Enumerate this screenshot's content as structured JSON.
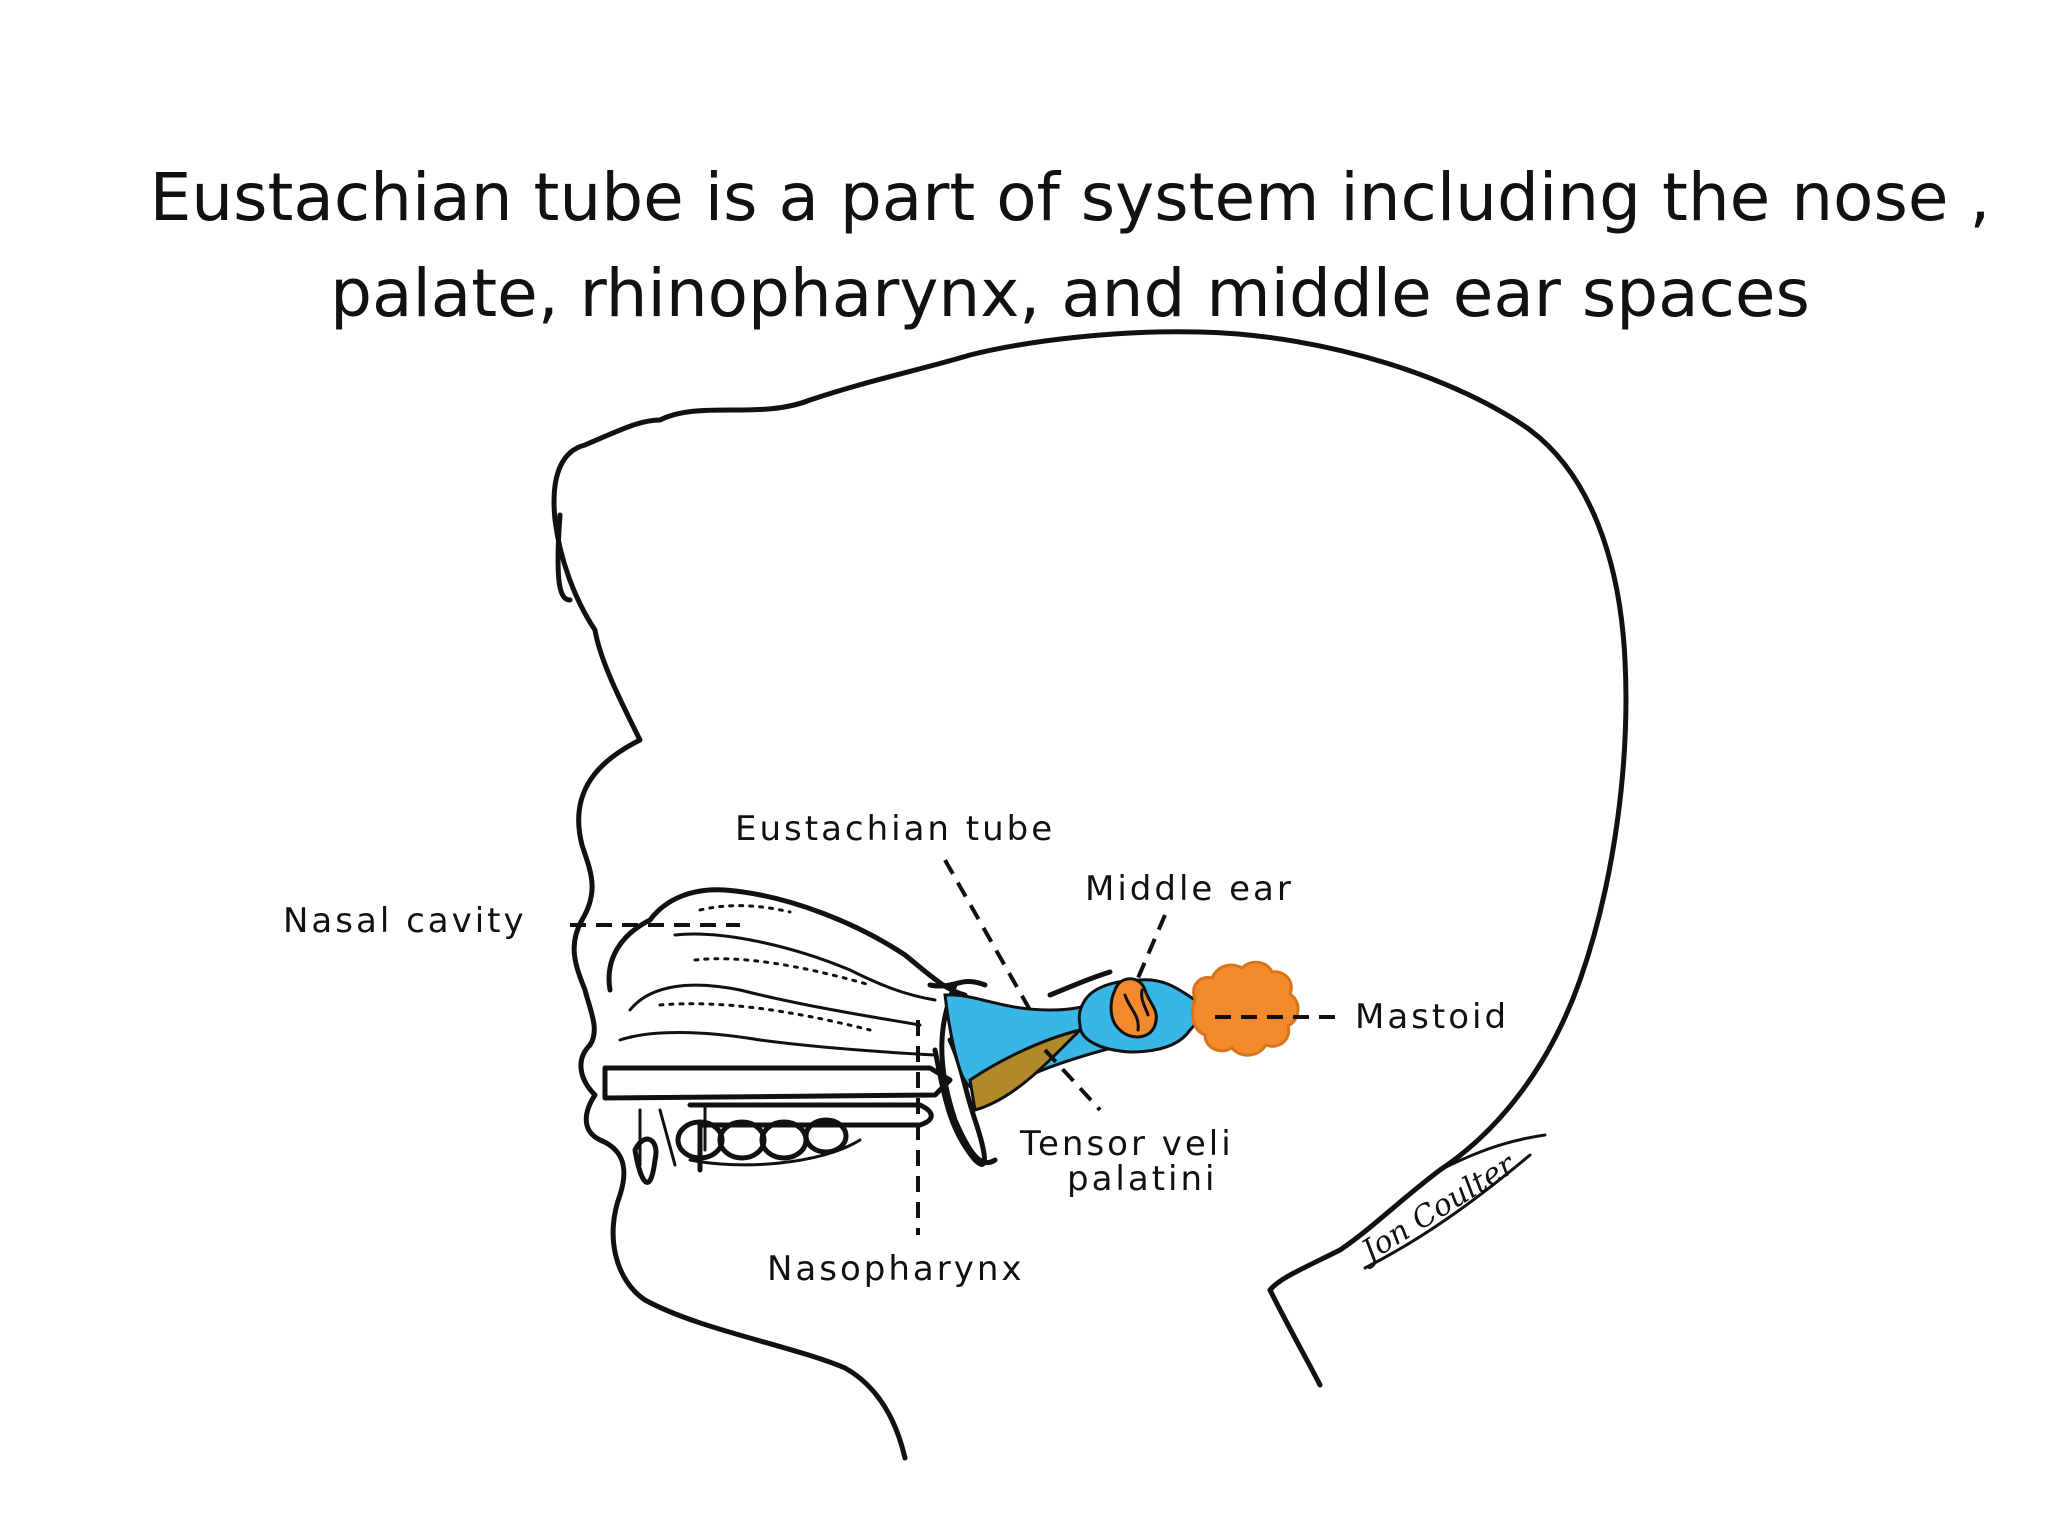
{
  "slide": {
    "title_line1": "Eustachian tube is a part of system including the nose ,",
    "title_line2": "palate, rhinopharynx, and middle ear spaces"
  },
  "diagram": {
    "labels": {
      "eustachian_tube": "Eustachian tube",
      "middle_ear": "Middle ear",
      "nasal_cavity": "Nasal cavity",
      "mastoid": "Mastoid",
      "tensor_veli": "Tensor veli",
      "palatini": "palatini",
      "nasopharynx": "Nasopharynx"
    },
    "signature": "Jon Coulter",
    "colors": {
      "eustachian_tube_fill": "#38b6e6",
      "middle_ear_fill": "#38b6e6",
      "ossicles_fill": "#f28a2c",
      "mastoid_fill": "#f28a2c",
      "tensor_veli_fill": "#b08a2a"
    }
  }
}
